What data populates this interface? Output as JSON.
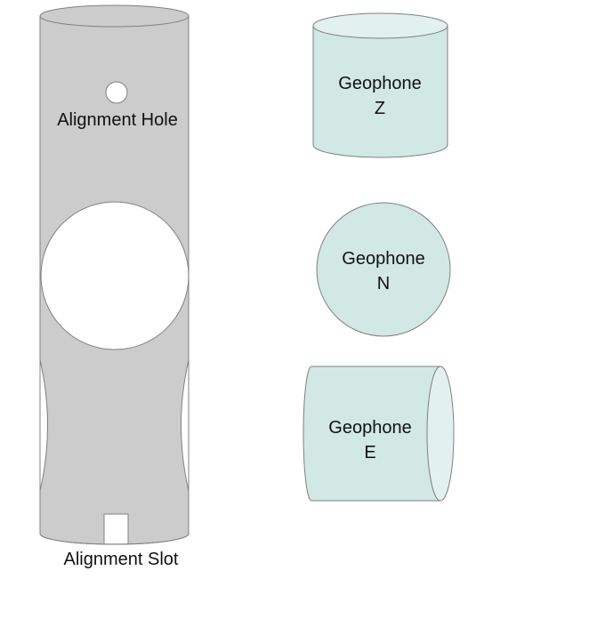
{
  "tube": {
    "hole_label": "Alignment Hole",
    "slot_label": "Alignment Slot"
  },
  "geophones": [
    {
      "line1": "Geophone",
      "line2": "Z"
    },
    {
      "line1": "Geophone",
      "line2": "N"
    },
    {
      "line1": "Geophone",
      "line2": "E"
    }
  ],
  "colors": {
    "tube_fill": "#cccccc",
    "geophone_fill": "#d1e8e5",
    "geophone_cap": "#e2f1f0",
    "stroke": "#808080"
  }
}
